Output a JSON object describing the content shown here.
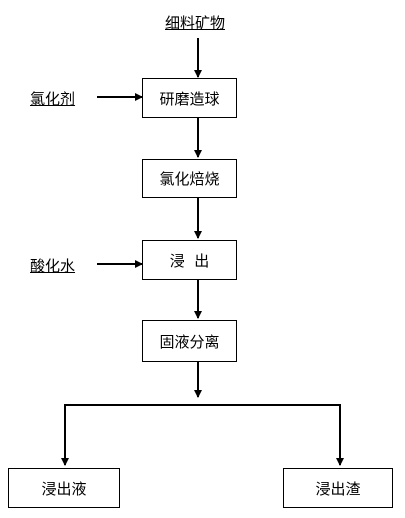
{
  "inputs": {
    "top": "细料矿物",
    "chlorinating_agent": "氯化剂",
    "acidified_water": "酸化水"
  },
  "steps": {
    "grind_pelletize": "研磨造球",
    "chlorination_roast": "氯化焙烧",
    "leach": "浸  出",
    "solid_liquid_separation": "固液分离"
  },
  "outputs": {
    "leach_liquor": "浸出液",
    "leach_residue": "浸出渣"
  }
}
